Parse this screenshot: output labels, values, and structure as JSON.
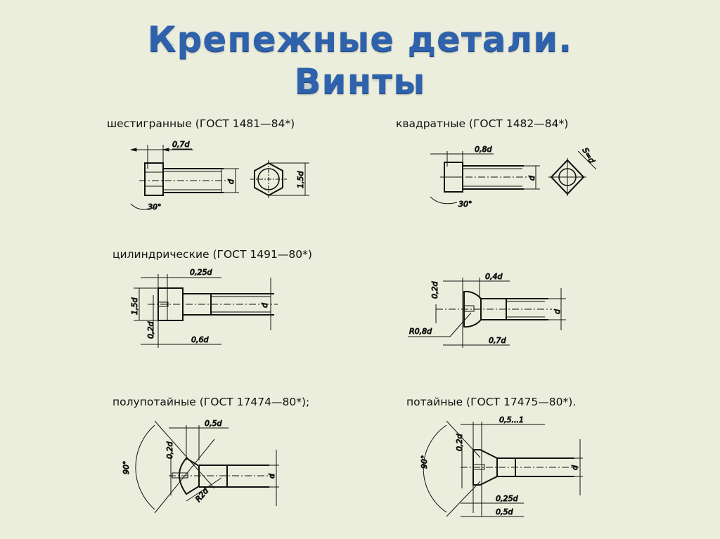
{
  "slide": {
    "background_color": "#ECEEDD",
    "title_color": "#2F62AC",
    "title_lines": [
      "Крепежные детали.",
      "Винты"
    ]
  },
  "sections": [
    {
      "id": "hex",
      "caption": "шестигранные (ГОСТ 1481—84*)",
      "dimensions": {
        "head_height": "0,7d",
        "diameter": "d",
        "across_flats": "1,5d",
        "angle": "30°"
      }
    },
    {
      "id": "square",
      "caption": "квадратные (ГОСТ 1482—84*)",
      "dimensions": {
        "head_height": "0,8d",
        "diameter": "d",
        "square_side": "S=d",
        "angle": "30°"
      }
    },
    {
      "id": "cylindrical",
      "caption": "цилиндрические (ГОСТ 1491—80*)",
      "dimensions": {
        "slot_depth": "0,25d",
        "head_diameter": "1,5d",
        "slot_width": "0,2d",
        "head_height": "0,6d",
        "diameter": "d"
      }
    },
    {
      "id": "round",
      "caption": "",
      "dimensions": {
        "slot_width": "0,2d",
        "slot_depth": "0,4d",
        "radius": "R0,8d",
        "head_height": "0,7d",
        "diameter": "d"
      }
    },
    {
      "id": "half-countersunk",
      "caption": "полупотайные (ГОСТ 17474—80*);",
      "dimensions": {
        "angle": "90°",
        "slot_width": "0,2d",
        "head_height": "0,5d",
        "radius": "R2d",
        "diameter": "d"
      }
    },
    {
      "id": "countersunk",
      "caption": "потайные (ГОСТ 17475—80*).",
      "dimensions": {
        "angle": "90°",
        "slot_width": "0,2d",
        "lip": "0,5...1",
        "slot_depth": "0,25d",
        "head_height": "0,5d",
        "diameter": "d"
      }
    }
  ]
}
